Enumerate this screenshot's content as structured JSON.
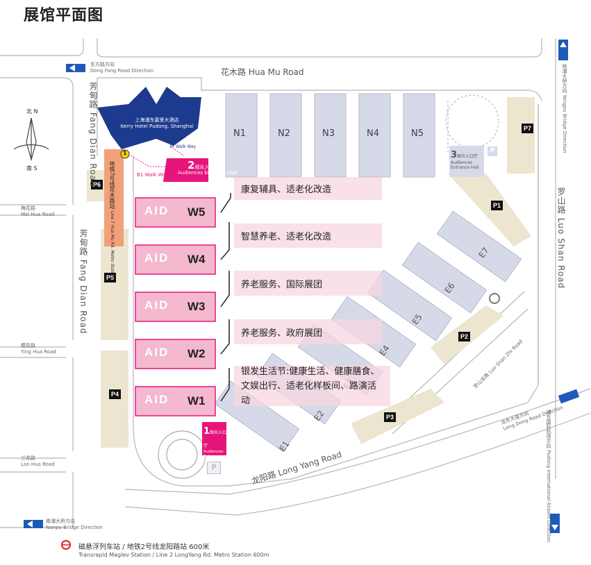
{
  "title": "展馆平面图",
  "compass": {
    "north": "北 N",
    "south": "南 S"
  },
  "roads": {
    "huamu_cn": "花木路",
    "huamu_en": "Hua Mu Road",
    "fangdian_cn": "芳甸路",
    "fangdian_en": "Fang Dian Road",
    "luoshan_cn": "罗山路",
    "luoshan_en": "Luo Shan Road",
    "longyang_cn": "龙阳路",
    "longyang_en": "Long Yang Road",
    "luoshan2": "罗山支路 Luo Shan Zhi Road",
    "meihua_cn": "梅花路",
    "meihua_en": "Mei Hua Road",
    "yinghua_cn": "樱花路",
    "yinghua_en": "Ying Hua Road",
    "lanhua_cn": "兰花路",
    "lanhua_en": "Lan Hua Road"
  },
  "directions": {
    "dongfang_cn": "东方路方向",
    "dongfang_en": "Dong Fang Road Direction",
    "yangpu_cn": "杨浦大桥方向",
    "yangpu_en": "Yangpu Bridge Direction",
    "longdong_cn": "龙东大道方向",
    "longdong_en": "Long Dong Road Direction",
    "pudong_cn": "浦东国际机场方向",
    "pudong_en": "Pudong International Airport Direction",
    "nanpu_cn": "南浦大桥方向",
    "nanpu_en": "Nanpu Bridge Direction"
  },
  "hotel": {
    "cn": "上海浦东嘉里大酒店",
    "en": "Kerry Hotel Pudong, Shanghai"
  },
  "walkways": {
    "w2f": "2F Walk Way",
    "b1": "B1 Walk Way"
  },
  "metro_station": {
    "cn": "地铁7号线花木路站",
    "en": "Line 7 Hua Mu Rd. Metro Station",
    "exit": "1"
  },
  "entrances": [
    {
      "num": "1",
      "cn": "观众入口厅",
      "en": "Audiences Entrance Hall"
    },
    {
      "num": "2",
      "cn": "观众入口厅",
      "en": "Audiences Entrance Hall"
    },
    {
      "num": "3",
      "cn": "观众入口厅",
      "en": "Audiences Entrance Hall"
    }
  ],
  "n_halls": [
    "N1",
    "N2",
    "N3",
    "N4",
    "N5"
  ],
  "e_halls": [
    "E1",
    "E2",
    "E3",
    "E4",
    "E5",
    "E6",
    "E7"
  ],
  "w_halls": [
    {
      "name": "W5",
      "logo": "AID",
      "zone": "康复辅具、适老化改造"
    },
    {
      "name": "W4",
      "logo": "AID",
      "zone": "智慧养老、适老化改造"
    },
    {
      "name": "W3",
      "logo": "AID",
      "zone": "养老服务、国际展团"
    },
    {
      "name": "W2",
      "logo": "AID",
      "zone": "养老服务、政府展团"
    },
    {
      "name": "W1",
      "logo": "AID",
      "zone": "银发生活节:健康生活、健康膳食、\n文娱出行、适老化样板间、路演活动"
    }
  ],
  "parking": [
    "P1",
    "P2",
    "P3",
    "P4",
    "P5",
    "P6",
    "P7"
  ],
  "parking_symbol": "P",
  "legend": {
    "cn": "磁悬浮列车站 / 地铁2号线龙阳路站 600米",
    "en": "Transrapid Maglev Station / Line 2 LongYang Rd. Metro Station   600m"
  },
  "colors": {
    "n_hall": "#d6d9e8",
    "e_hall": "#d6d9e8",
    "w_hall": "#e7157b",
    "zone": "#f7d6e2",
    "parking": "#ece5d0",
    "hotel": "#1d3b8e",
    "metro": "#f2a079",
    "arrow": "#1e5bb8"
  }
}
